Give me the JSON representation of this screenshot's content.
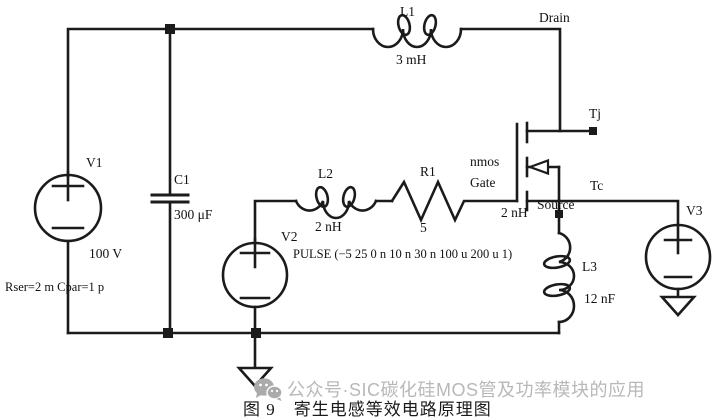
{
  "colors": {
    "wire": "#1b1b1b",
    "watermark_gray": "#b8b8b8",
    "caption_black": "#1a1a1a"
  },
  "components": {
    "v1": {
      "ref": "V1",
      "value": "100 V",
      "params": "Rser=2 m Cpar=1 p"
    },
    "v2": {
      "ref": "V2",
      "value": "PULSE (−5 25 0 n 10 n 30 n 100 u 200 u 1)"
    },
    "v3": {
      "ref": "V3"
    },
    "c1": {
      "ref": "C1",
      "value": "300 μF"
    },
    "l1": {
      "ref": "L1",
      "value": "3 mH"
    },
    "l2": {
      "ref": "L2",
      "value": "2 nH"
    },
    "l3": {
      "ref": "L3",
      "value": "12 nF"
    },
    "r1": {
      "ref": "R1",
      "value": "5"
    },
    "source_inductance": {
      "value": "2 nH"
    }
  },
  "mosfet": {
    "type": "nmos",
    "gate": "Gate",
    "source": "Source"
  },
  "nets": {
    "drain": "Drain",
    "tj": "Tj",
    "tc": "Tc"
  },
  "caption": "图 9　寄生电感等效电路原理图",
  "watermark": "公众号·SIC碳化硅MOS管及功率模块的应用"
}
